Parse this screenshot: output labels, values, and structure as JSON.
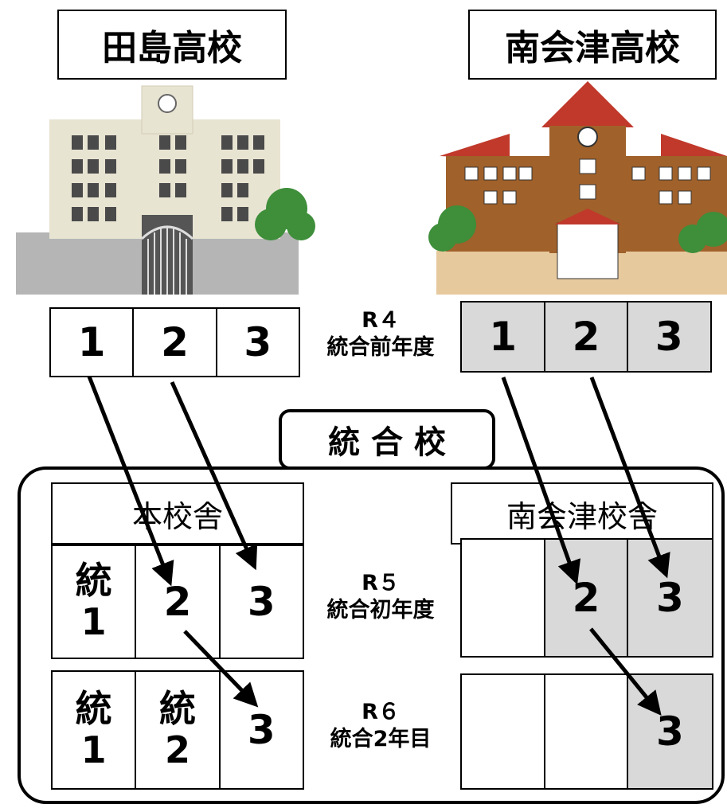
{
  "schools": {
    "tajima": {
      "name": "田島高校",
      "classes": [
        "1",
        "2",
        "3"
      ]
    },
    "minamiaizu": {
      "name": "南会津高校",
      "classes": [
        "1",
        "2",
        "3"
      ]
    }
  },
  "merged_school": {
    "label": "統 合 校"
  },
  "campuses": {
    "main": "本校舎",
    "minamiaizu": "南会津校舎"
  },
  "years": {
    "r4": {
      "era": "R４",
      "desc": "統合前年度"
    },
    "r5": {
      "era": "R５",
      "desc": "統合初年度"
    },
    "r6": {
      "era": "R６",
      "desc": "統合2年目"
    }
  },
  "main_campus_rows": {
    "r5": [
      {
        "top": "統",
        "bottom": "1"
      },
      {
        "single": "2"
      },
      {
        "single": "3"
      }
    ],
    "r6": [
      {
        "top": "統",
        "bottom": "1"
      },
      {
        "top": "統",
        "bottom": "2"
      },
      {
        "single": "3"
      }
    ]
  },
  "minamiaizu_campus_rows": {
    "r5": [
      "",
      "2",
      "3"
    ],
    "r6": [
      "",
      "",
      "3"
    ]
  },
  "colors": {
    "grey_fill": "#d9d9d9",
    "building_red": "#c0392b",
    "building_brown": "#a0612a",
    "building_beige": "#e8e4d2",
    "tree_green": "#3e8e3a"
  }
}
